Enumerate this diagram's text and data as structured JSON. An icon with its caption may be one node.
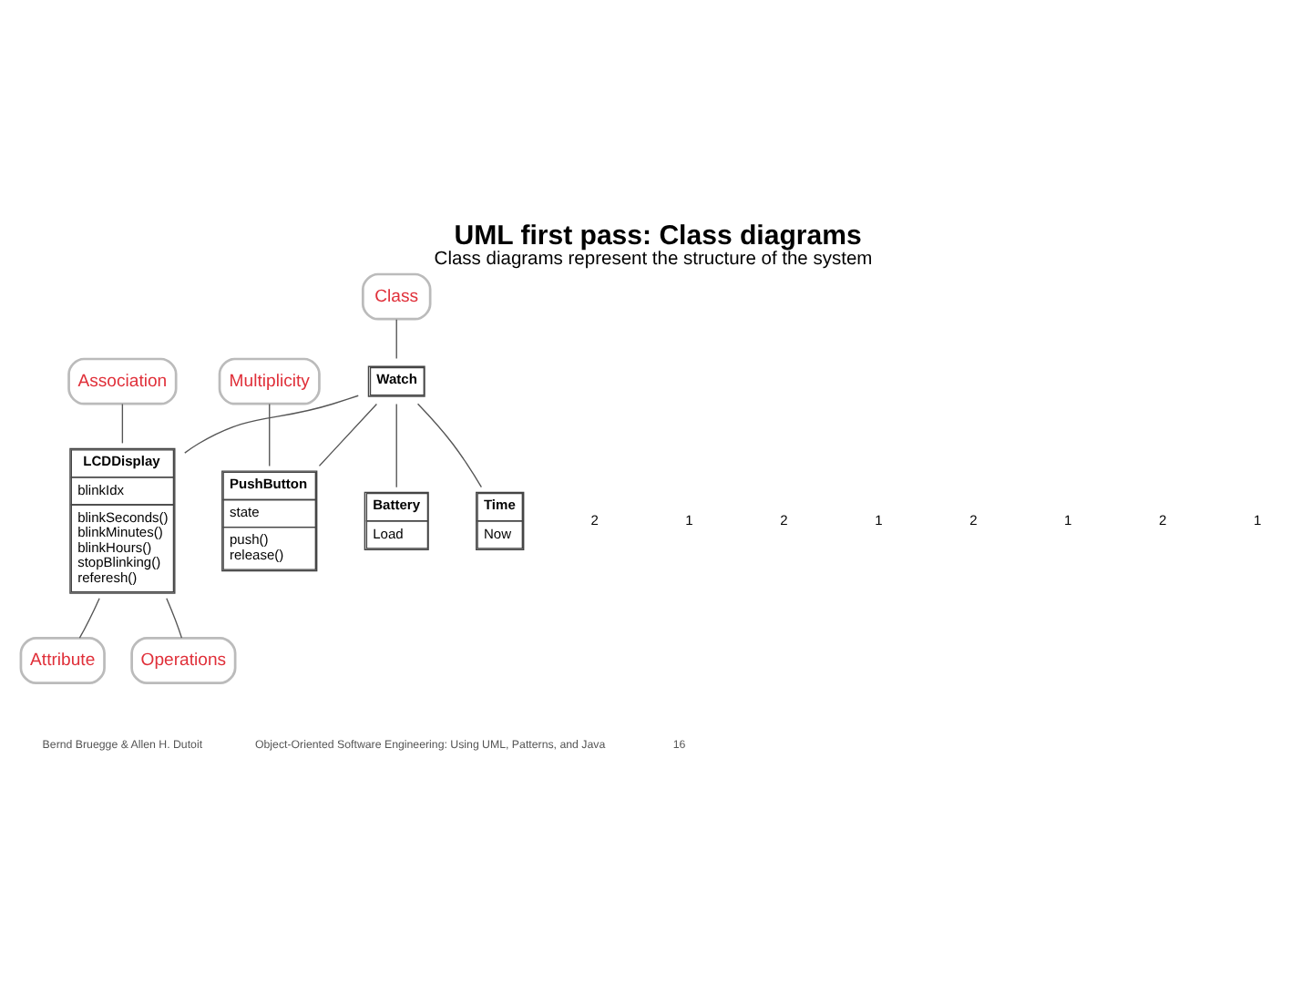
{
  "diagram": {
    "title": "UML first pass: Class diagrams",
    "caption": "Class diagrams represent the structure of the system",
    "nodes": [
      {
        "text": [
          "Association"
        ]
      },
      {
        "text": [
          "Class"
        ]
      },
      {
        "text": [
          "Multiplicity"
        ]
      },
      {
        "text": [
          "Watch"
        ]
      },
      {
        "text": [
          "PushButton",
          "state",
          "push() release()"
        ]
      },
      {
        "text": [
          "LCDDisplay",
          "blinkIdx",
          "blinkSeconds() blinkMinutes() blinkHours() stopBlinking() referesh()"
        ]
      },
      {
        "text": [
          "Battery",
          "Load"
        ]
      },
      {
        "text": [
          "Time",
          "Now"
        ]
      },
      {
        "text": [
          "Attribute"
        ]
      },
      {
        "text": [
          "Operations"
        ]
      }
    ],
    "edges": [
      {
        "from": 3,
        "to": 4,
        "arrow": "none"
      },
      {
        "from": 3,
        "to": 5,
        "arrow": "none"
      },
      {
        "from": 3,
        "to": 6,
        "arrow": "none"
      },
      {
        "from": 3,
        "to": 7,
        "arrow": "none"
      },
      {
        "from": 0,
        "to": 5,
        "arrow": "none"
      },
      {
        "from": 1,
        "to": 3,
        "arrow": "none"
      },
      {
        "from": 2,
        "to": 4,
        "arrow": "none"
      },
      {
        "from": 8,
        "to": 5,
        "arrow": "none"
      },
      {
        "from": 9,
        "to": 5,
        "arrow": "none"
      }
    ],
    "labels": [
      "2",
      "1",
      "2",
      "1",
      "2",
      "1",
      "2",
      "1",
      "Bernd Bruegge & Allen H. Dutoit",
      "Object-Oriented Software Engineering: Using UML, Patterns, and Java",
      "16"
    ]
  }
}
